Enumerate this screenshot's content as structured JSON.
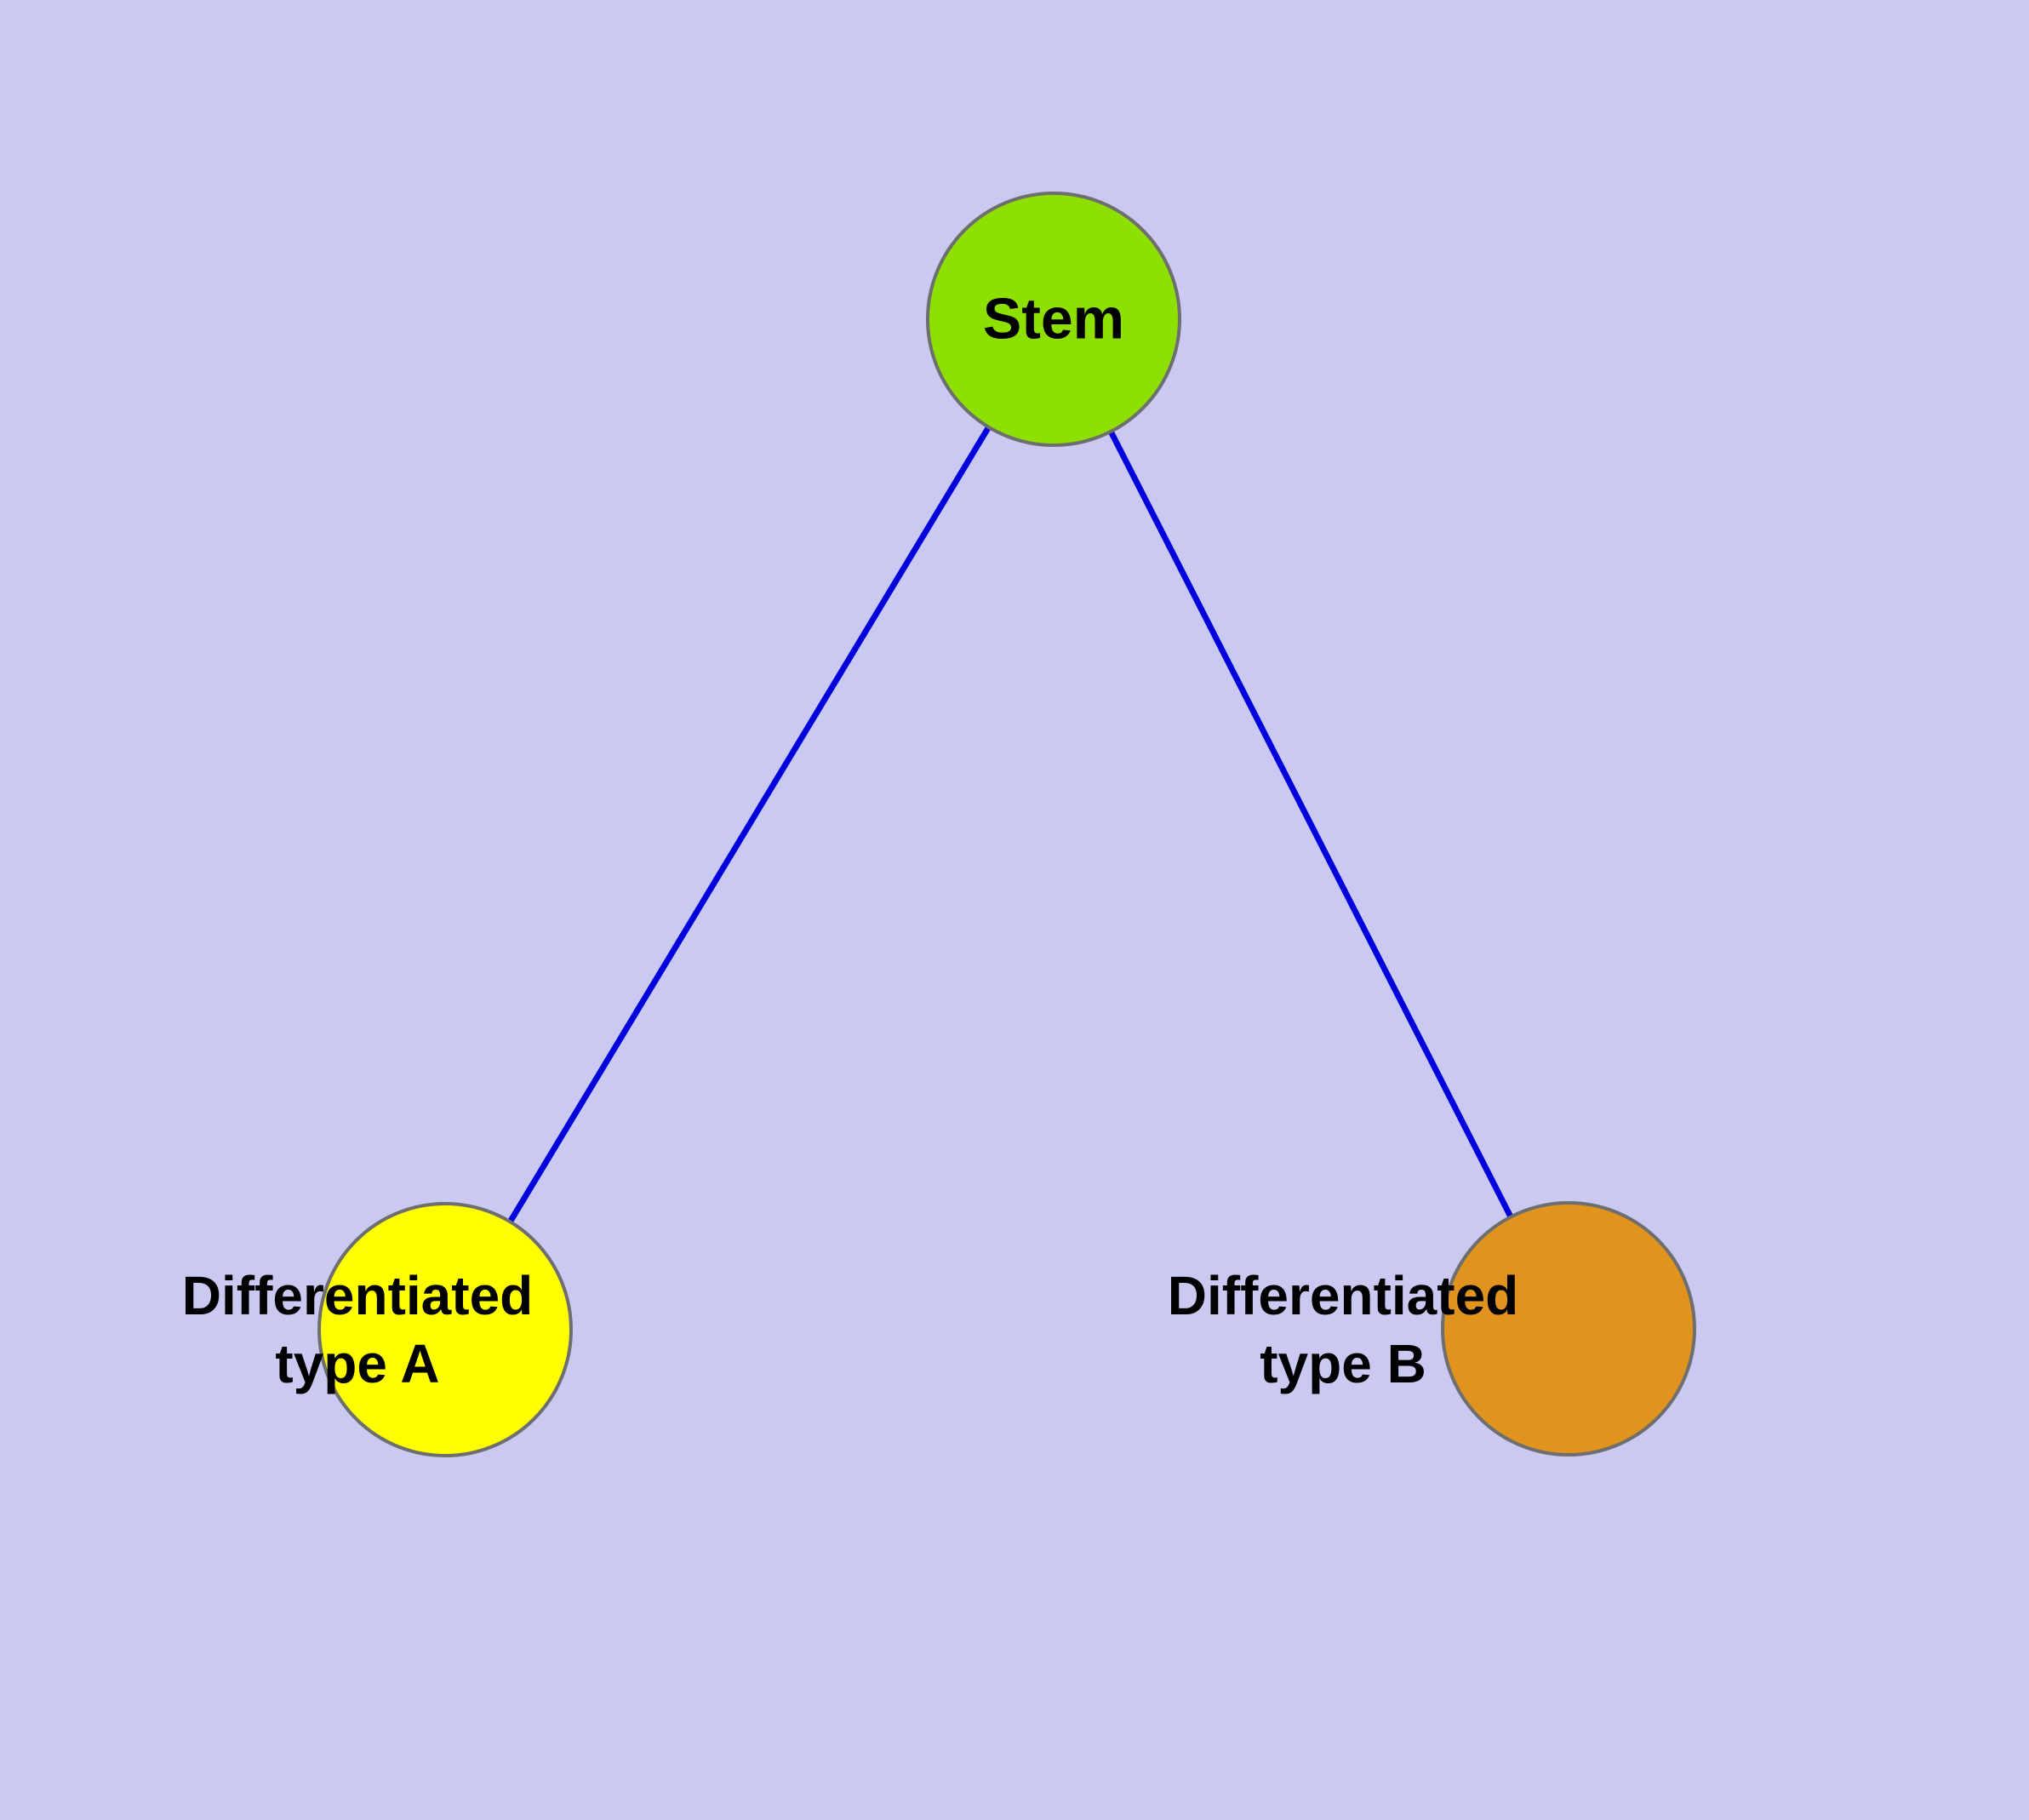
{
  "diagram": {
    "background_color": "#c9c9f2",
    "edge_color": "#0000dd",
    "node_border_color": "#6e6e6e",
    "nodes": {
      "stem": {
        "label": "Stem",
        "fill": "#8ee000"
      },
      "type_a": {
        "lines": [
          "Differentiated",
          "type A"
        ],
        "fill": "#ffff00"
      },
      "type_b": {
        "lines": [
          "Differentiated",
          "type B"
        ],
        "fill": "#e0941e"
      }
    },
    "edges": [
      {
        "from": "stem",
        "to": "type_a"
      },
      {
        "from": "stem",
        "to": "type_b"
      }
    ]
  }
}
